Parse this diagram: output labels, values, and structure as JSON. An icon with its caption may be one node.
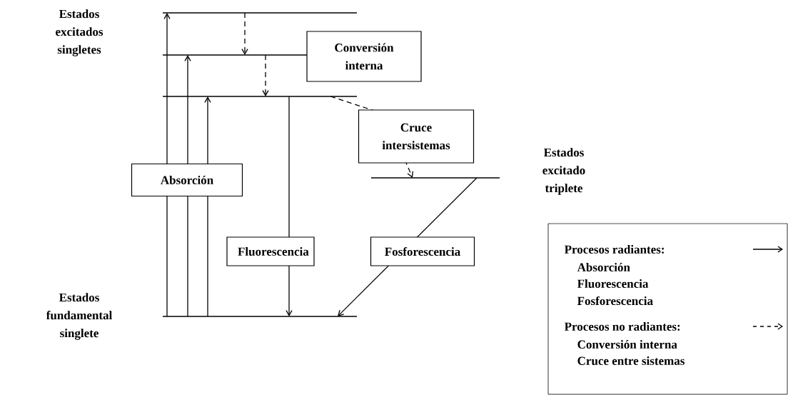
{
  "diagram": {
    "nodes": [
      {
        "text": [],
        "shape": "line"
      },
      {
        "text": [],
        "shape": "line"
      },
      {
        "text": [
          "Conversión interna"
        ]
      },
      {
        "text": [],
        "shape": "line"
      },
      {
        "text": [
          "Cruce intersistemas"
        ]
      },
      {
        "text": [],
        "shape": "line",
        "beside": [
          "Estados excitado triplete"
        ]
      },
      {
        "text": [],
        "shape": "line"
      }
    ],
    "edges": [
      {
        "from": 6,
        "to": 0,
        "arrow": "to"
      },
      {
        "from": 6,
        "to": 1,
        "arrow": "to",
        "label": "Absorción"
      },
      {
        "from": 6,
        "to": 3,
        "arrow": "to"
      },
      {
        "from": 0,
        "to": 1,
        "arrow": "to",
        "style": "dashed"
      },
      {
        "from": 1,
        "to": 3,
        "arrow": "to",
        "style": "dashed"
      },
      {
        "from": 3,
        "to": 6,
        "arrow": "to",
        "label": "Fluorescencia"
      },
      {
        "from": 3,
        "to": 4,
        "arrow": "none",
        "style": "dashed"
      },
      {
        "from": 4,
        "to": 5,
        "arrow": "to",
        "style": "dashed"
      },
      {
        "from": 5,
        "to": 6,
        "arrow": "to",
        "label": "Fosforescencia"
      }
    ],
    "labels": [
      "Estados excitados singletes",
      "Estados fundamental singlete",
      "Absorción",
      "Fluorescencia",
      "Fosforescencia",
      "Conversión interna",
      "Cruce entre sistemas"
    ],
    "legend": [
      {
        "text": "Procesos radiantes:"
      },
      {
        "text": "Procesos no radiantes:"
      }
    ]
  }
}
